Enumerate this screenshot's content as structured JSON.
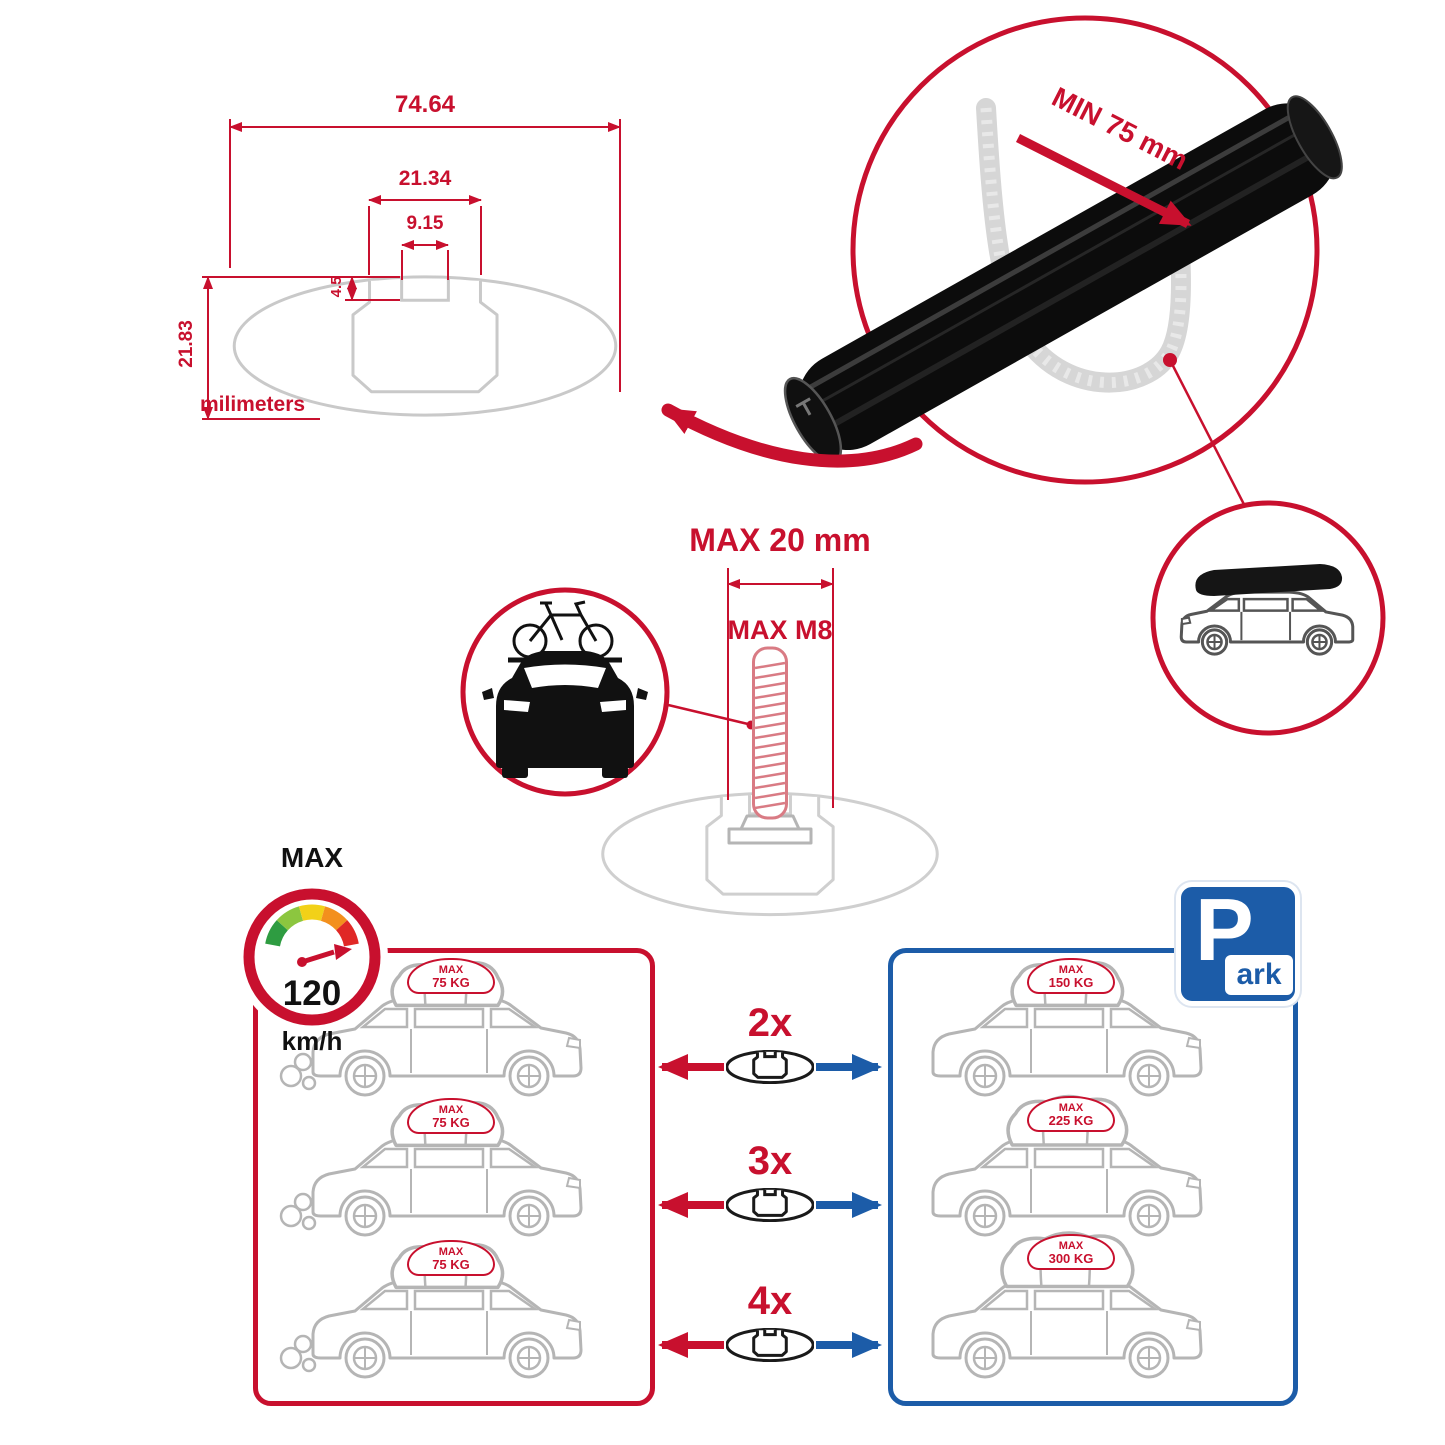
{
  "colors": {
    "accent_red": "#c8102e",
    "accent_blue": "#1c5ca8",
    "line_gray": "#c9c9c9"
  },
  "dimension_diagram": {
    "total_width": "74.64",
    "channel_width": "21.34",
    "slot_width": "9.15",
    "slot_depth": "4.5",
    "total_height": "21.83",
    "units_label": "milimeters"
  },
  "bar_detail": {
    "min_clamp_width": "MIN 75 mm"
  },
  "bolt_detail": {
    "max_bolt_length": "MAX 20 mm",
    "max_thread_size": "MAX M8"
  },
  "speed_limit": {
    "label": "MAX",
    "value": "120",
    "units": "km/h"
  },
  "load_rows": {
    "multipliers": [
      "2x",
      "3x",
      "4x"
    ],
    "moving": [
      {
        "label": "MAX",
        "weight": "75 KG"
      },
      {
        "label": "MAX",
        "weight": "75 KG"
      },
      {
        "label": "MAX",
        "weight": "75 KG"
      }
    ],
    "parked": [
      {
        "label": "MAX",
        "weight": "150 KG"
      },
      {
        "label": "MAX",
        "weight": "225 KG"
      },
      {
        "label": "MAX",
        "weight": "300 KG"
      }
    ]
  },
  "park_sign": {
    "letter": "P",
    "suffix": "ark"
  }
}
